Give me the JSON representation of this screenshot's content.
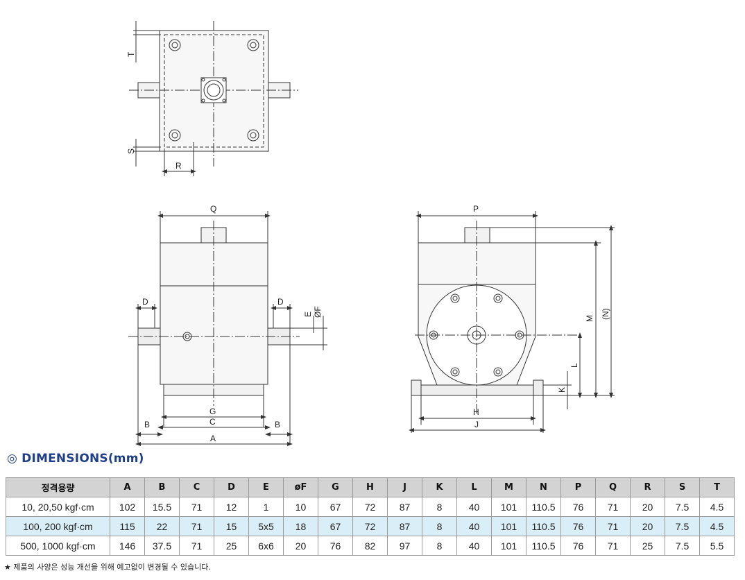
{
  "drawing_labels": {
    "top": [
      "T",
      "S",
      "R"
    ],
    "front": [
      "Q",
      "D",
      "D",
      "E",
      "ØF",
      "G",
      "C",
      "B",
      "B",
      "A"
    ],
    "side": [
      "P",
      "M",
      "(N)",
      "L",
      "K",
      "H",
      "J"
    ]
  },
  "section_title": "◎ DIMENSIONS(mm)",
  "table": {
    "headers": [
      "정격용량",
      "A",
      "B",
      "C",
      "D",
      "E",
      "øF",
      "G",
      "H",
      "J",
      "K",
      "L",
      "M",
      "N",
      "P",
      "Q",
      "R",
      "S",
      "T"
    ],
    "rows": [
      [
        "10, 20,50 kgf·cm",
        "102",
        "15.5",
        "71",
        "12",
        "1",
        "10",
        "67",
        "72",
        "87",
        "8",
        "40",
        "101",
        "110.5",
        "76",
        "71",
        "20",
        "7.5",
        "4.5"
      ],
      [
        "100, 200 kgf·cm",
        "115",
        "22",
        "71",
        "15",
        "5x5",
        "18",
        "67",
        "72",
        "87",
        "8",
        "40",
        "101",
        "110.5",
        "76",
        "71",
        "20",
        "7.5",
        "4.5"
      ],
      [
        "500, 1000 kgf·cm",
        "146",
        "37.5",
        "71",
        "25",
        "6x6",
        "20",
        "76",
        "82",
        "97",
        "8",
        "40",
        "101",
        "110.5",
        "76",
        "71",
        "25",
        "7.5",
        "5.5"
      ]
    ]
  },
  "footnote": "★ 제품의 사양은 성능 개선을 위해 예고없이 변경될 수 있습니다."
}
